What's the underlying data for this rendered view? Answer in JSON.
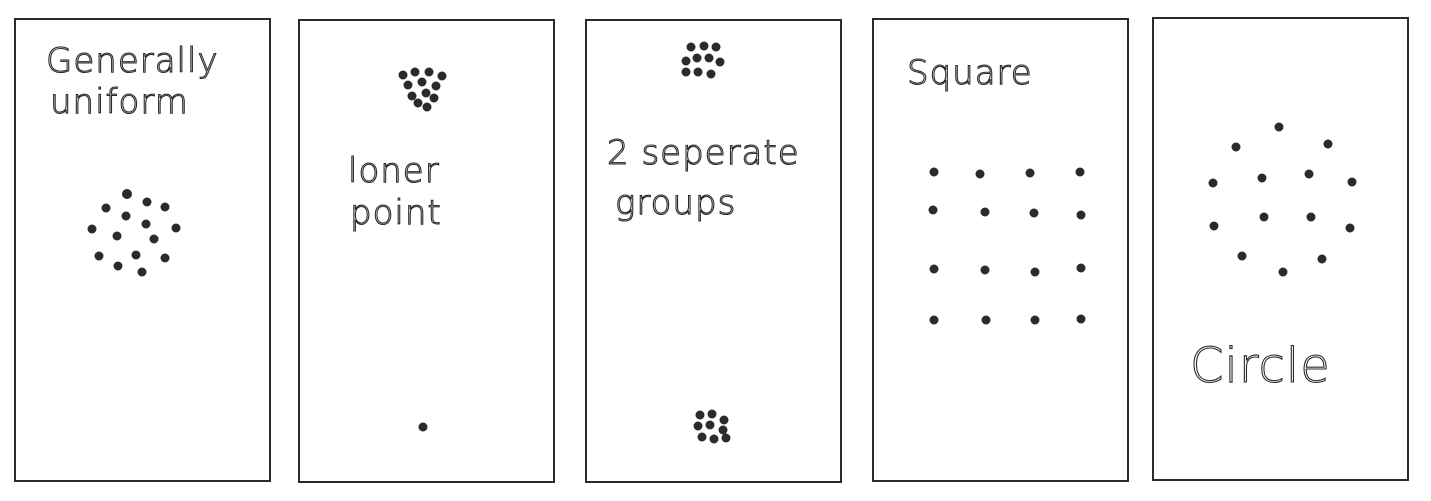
{
  "panels": [
    {
      "id": "panel-1",
      "label_lines": [
        "Generally",
        "uniform"
      ]
    },
    {
      "id": "panel-2",
      "label_lines": [
        "loner",
        "point"
      ]
    },
    {
      "id": "panel-3",
      "label_lines": [
        "2 seperate",
        "groups"
      ]
    },
    {
      "id": "panel-4",
      "label_lines": [
        "Square"
      ]
    },
    {
      "id": "panel-5",
      "label_lines": [
        "Circle"
      ]
    }
  ],
  "colors": {
    "ink": "#2b2b2b",
    "frame": "#2a2a2a",
    "background": "#ffffff"
  }
}
